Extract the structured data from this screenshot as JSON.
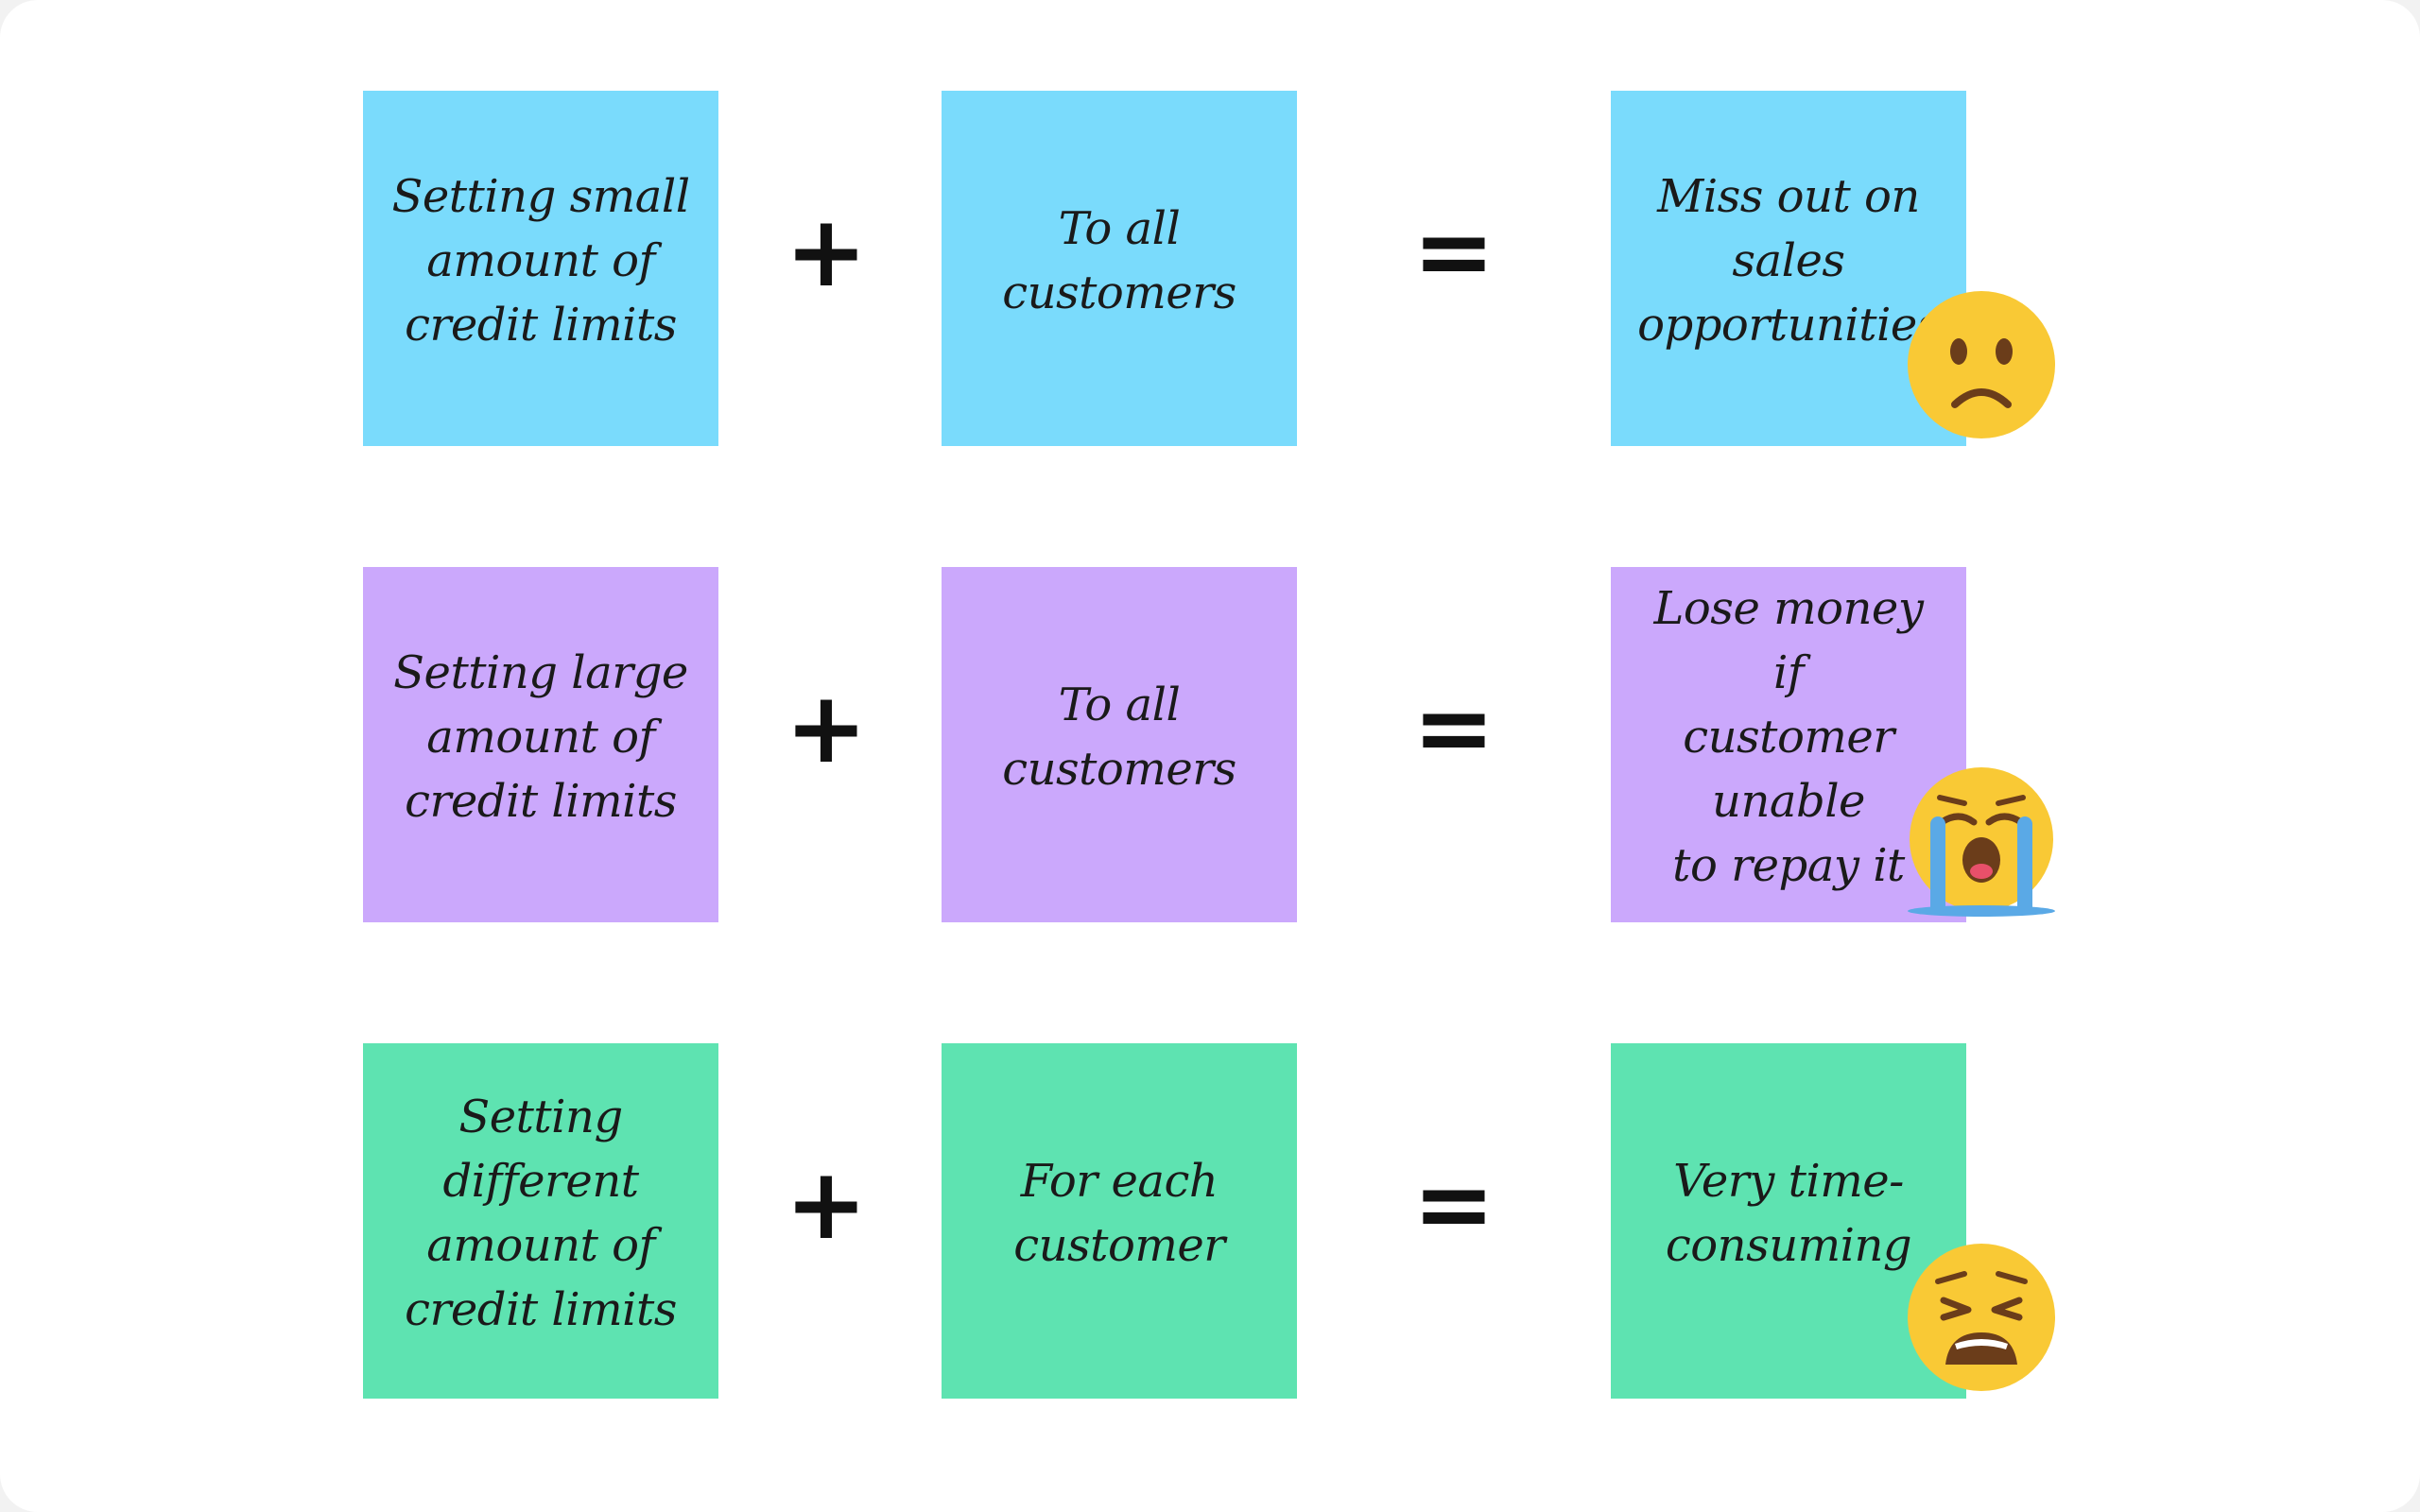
{
  "colors": {
    "row1_note": "#7adbfc",
    "row2_note": "#cba8fc",
    "row3_note": "#5ee3b1",
    "emoji_face": "#f9c935",
    "emoji_features": "#6b3d1a",
    "tears": "#5aa9e6"
  },
  "rows": [
    {
      "left": "Setting small\namount of\ncredit limits",
      "middle": "To all\ncustomers",
      "right": "Miss out on sales\nopportunities",
      "plus": "+",
      "equals": "=",
      "emoji": "frowning-face-icon"
    },
    {
      "left": "Setting large\namount of\ncredit limits",
      "middle": "To all\ncustomers",
      "right": "Lose money if\ncustomer unable\nto repay it",
      "plus": "+",
      "equals": "=",
      "emoji": "loudly-crying-face-icon"
    },
    {
      "left": "Setting different\namount of\ncredit limits",
      "middle": "For each\ncustomer",
      "right": "Very time-\nconsuming",
      "plus": "+",
      "equals": "=",
      "emoji": "weary-face-icon"
    }
  ]
}
